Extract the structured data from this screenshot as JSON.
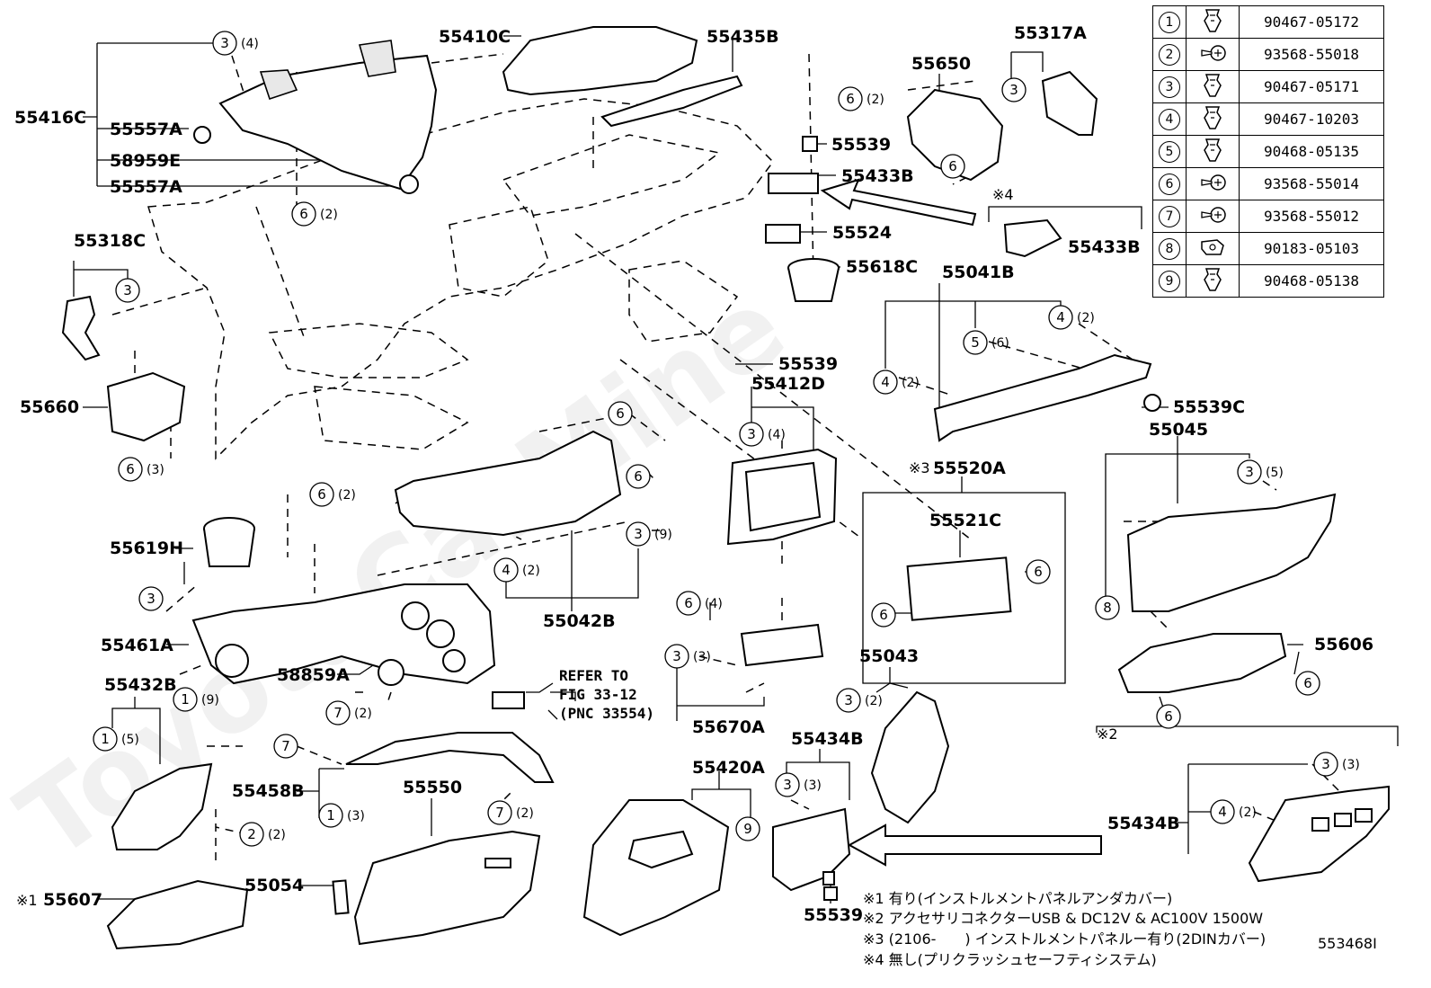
{
  "parts": {
    "p55416C": "55416C",
    "p55557A_1": "55557A",
    "p58959E": "58959E",
    "p55557A_2": "55557A",
    "p55410C": "55410C",
    "p55435B": "55435B",
    "p55650": "55650",
    "p55317A": "55317A",
    "p55539_1": "55539",
    "p55433B_1": "55433B",
    "p55524": "55524",
    "p55618C": "55618C",
    "p55433B_2": "55433B",
    "p55041B": "55041B",
    "p55318C": "55318C",
    "p55660": "55660",
    "p55539_2": "55539",
    "p55412D": "55412D",
    "p55539C": "55539C",
    "p55045": "55045",
    "p55520A": "55520A",
    "p55521C": "55521C",
    "p55619H": "55619H",
    "p55461A": "55461A",
    "p55042B": "55042B",
    "p58859A": "58859A",
    "p55432B": "55432B",
    "p55670A": "55670A",
    "p55043": "55043",
    "p55606": "55606",
    "p55434B_1": "55434B",
    "p55420A": "55420A",
    "p55458B": "55458B",
    "p55550": "55550",
    "p55434B_2": "55434B",
    "p55054": "55054",
    "p55607": "55607",
    "p55539_3": "55539"
  },
  "callouts": {
    "c3_4a": "(4)",
    "c6_2a": "(2)",
    "c6_2b": "(2)",
    "c6_3": "(3)",
    "c6_2c": "(2)",
    "c3_4b": "(4)",
    "c4_2a": "(2)",
    "c5_6": "(6)",
    "c4_2b": "(2)",
    "c3_5a": "(5)",
    "c3_9": "(9)",
    "c4_2c": "(2)",
    "c6_4": "(4)",
    "c3_3a": "(3)",
    "c1_9": "(9)",
    "c7_2a": "(2)",
    "c1_5": "(5)",
    "c3_2": "(2)",
    "c1_3": "(3)",
    "c2_2": "(2)",
    "c7_2b": "(2)",
    "c3_3b": "(3)",
    "c3_3c": "(3)",
    "c4_2d": "(2)"
  },
  "marks": {
    "m1": "※1",
    "m2": "※2",
    "m3": "※3",
    "m4": "※4"
  },
  "refer": {
    "line1": "REFER TO",
    "line2": "FIG 33-12",
    "line3": "(PNC 33554)"
  },
  "legend": [
    {
      "num": "1",
      "icon": "clip-icon",
      "part": "90467-05172"
    },
    {
      "num": "2",
      "icon": "screw-icon",
      "part": "93568-55018"
    },
    {
      "num": "3",
      "icon": "clip-icon",
      "part": "90467-05171"
    },
    {
      "num": "4",
      "icon": "clip-icon",
      "part": "90467-10203"
    },
    {
      "num": "5",
      "icon": "clip-icon",
      "part": "90468-05135"
    },
    {
      "num": "6",
      "icon": "screw-icon",
      "part": "93568-55014"
    },
    {
      "num": "7",
      "icon": "screw-icon",
      "part": "93568-55012"
    },
    {
      "num": "8",
      "icon": "nut-icon",
      "part": "90183-05103"
    },
    {
      "num": "9",
      "icon": "clip-icon",
      "part": "90468-05138"
    }
  ],
  "notes": {
    "n1": "※1 有り(インストルメントパネルアンダカバー)",
    "n2": "※2 アクセサリコネクターUSB & DC12V & AC100V 1500W",
    "n3": "※3 (2106-　　) インストルメントパネルー有り(2DINカバー)",
    "n4": "※4 無し(プリクラッシュセーフティシステム)"
  },
  "figure_code": "553468I",
  "watermark": "ToyotaCarMine"
}
